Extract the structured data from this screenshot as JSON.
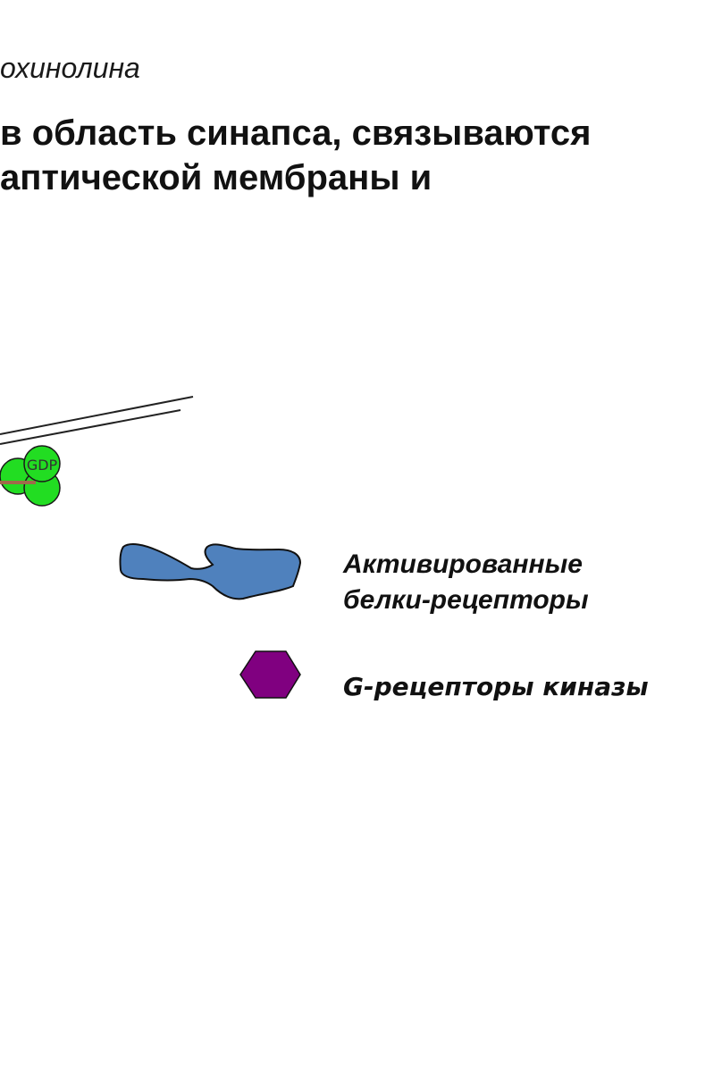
{
  "subtitle": "охинолина",
  "heading": {
    "line1": "в область синапса, связываются",
    "line2": "аптической мембраны и"
  },
  "g_protein": {
    "label": "GDP",
    "color": "#22dd22"
  },
  "legend": {
    "activated_receptors": {
      "line1": "Активированные",
      "line2": "белки-рецепторы",
      "color": "#4f81bd"
    },
    "g_receptor_kinases": {
      "label": "G-рецепторы киназы",
      "color": "#800080"
    }
  }
}
